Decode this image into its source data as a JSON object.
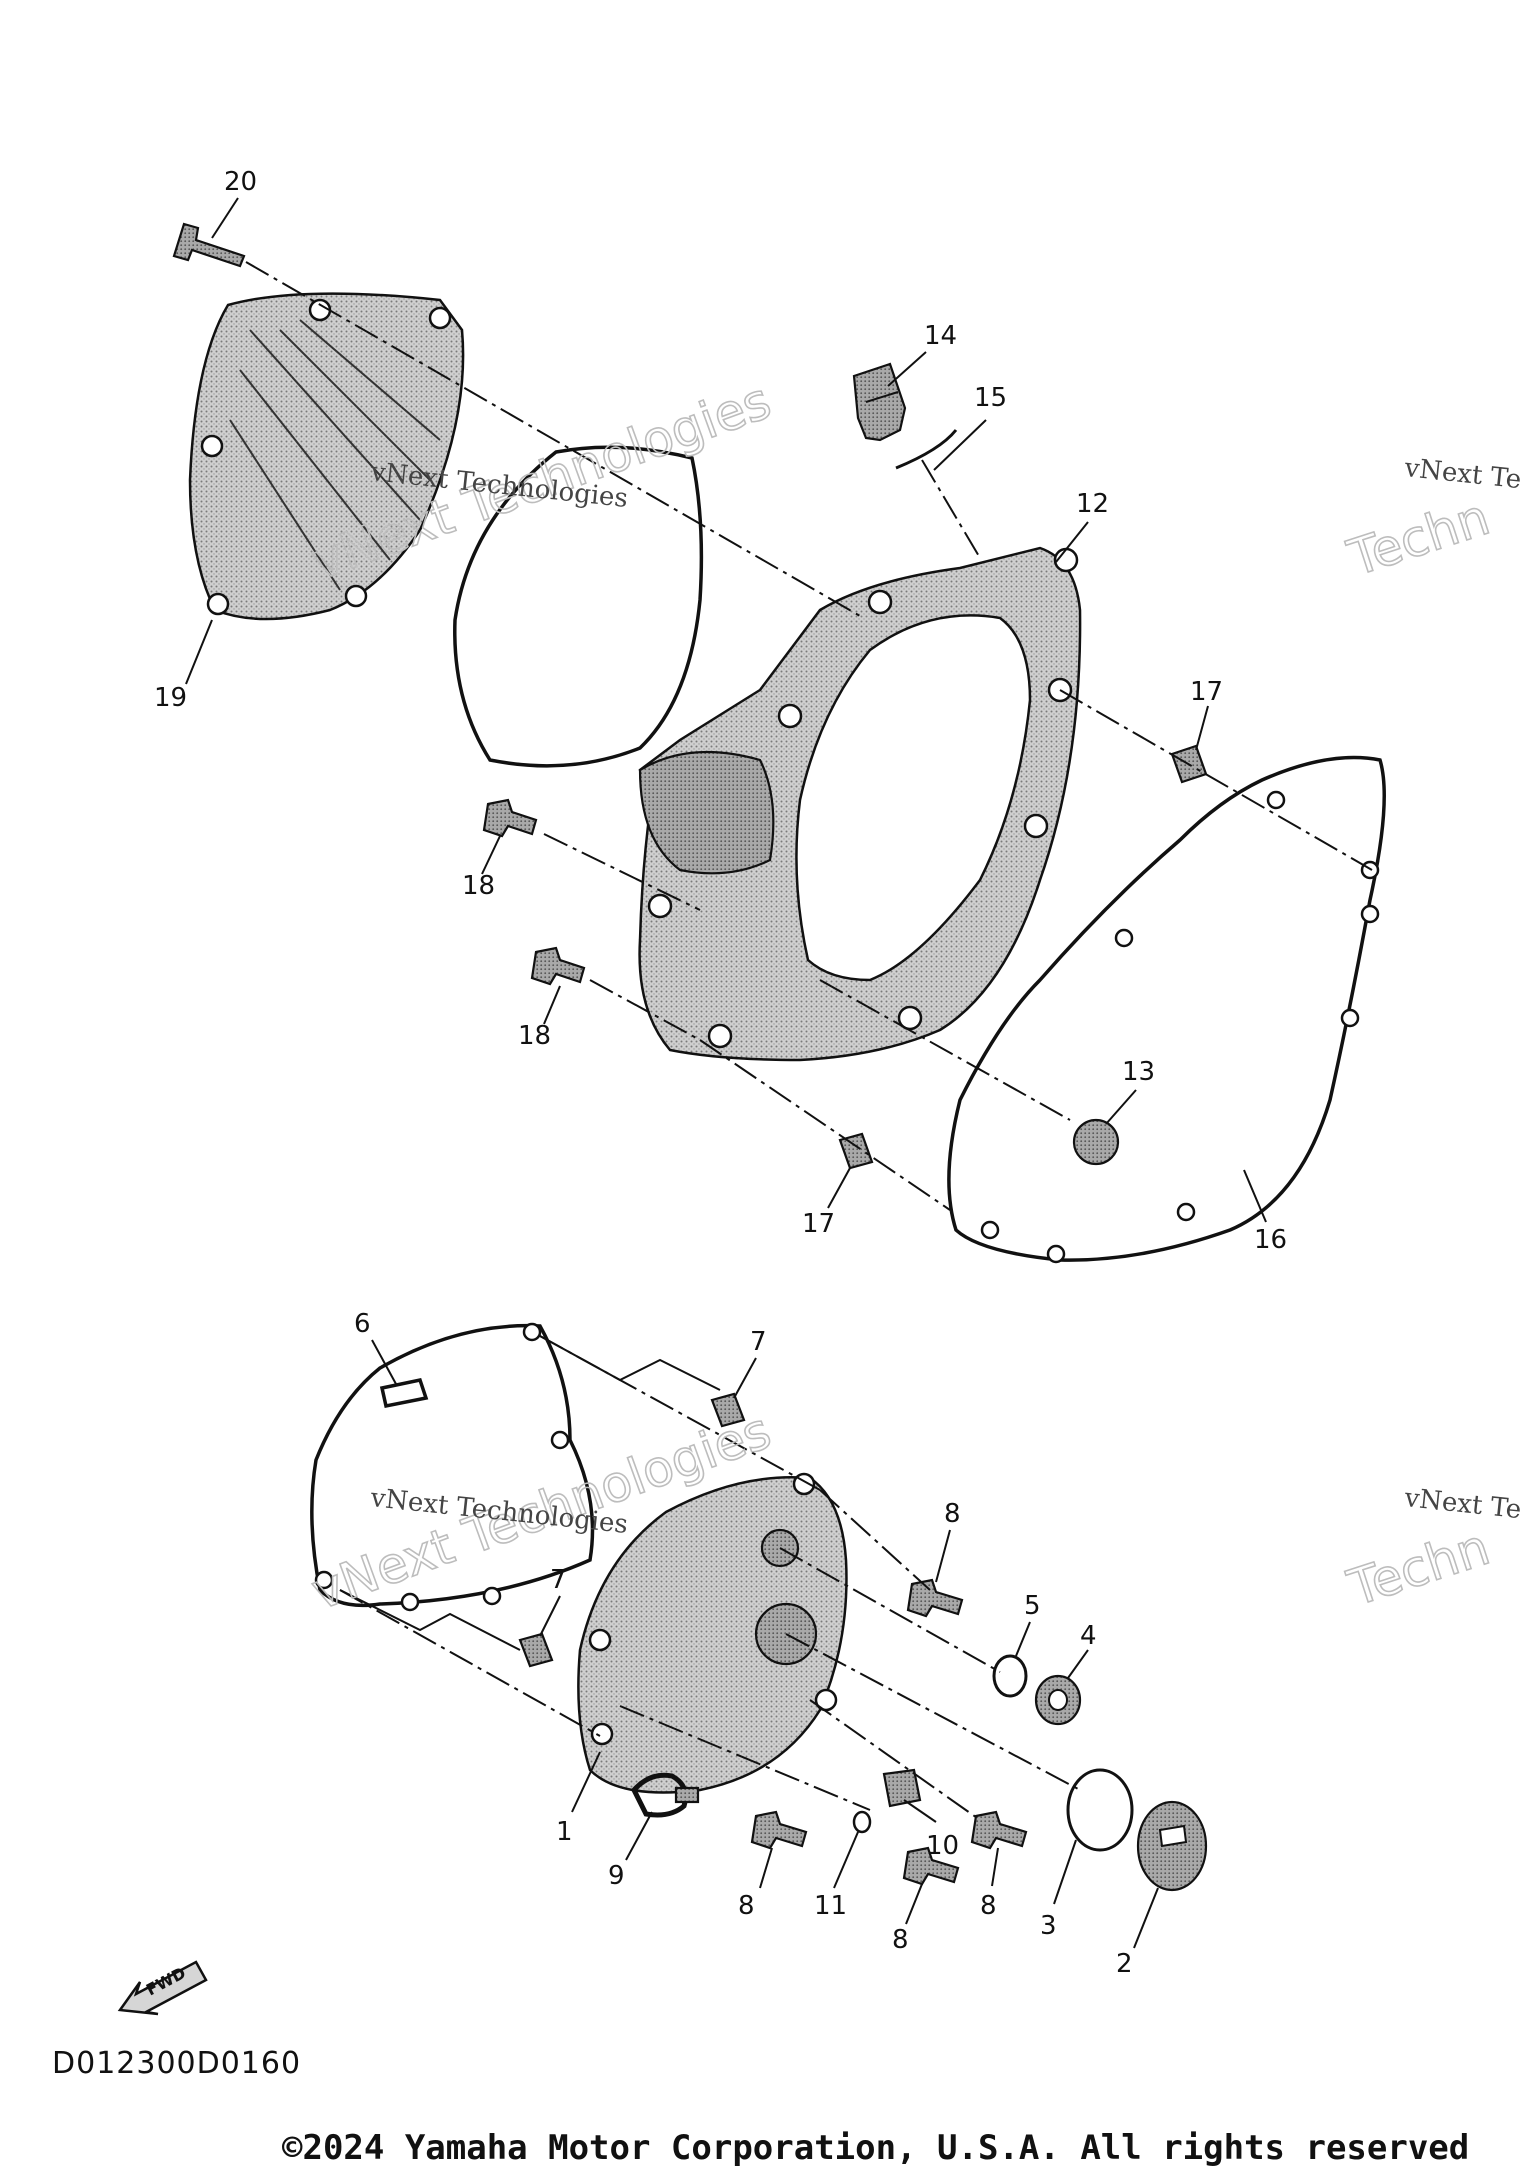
{
  "diagram": {
    "code": "D012300D0160",
    "copyright": "©2024 Yamaha Motor Corporation, U.S.A. All rights reserved",
    "fwd_label": "FWD",
    "callouts": [
      "20",
      "19",
      "14",
      "15",
      "12",
      "17",
      "18",
      "18",
      "13",
      "17",
      "16",
      "6",
      "7",
      "8",
      "7",
      "5",
      "4",
      "1",
      "9",
      "10",
      "8",
      "11",
      "8",
      "8",
      "3",
      "2"
    ],
    "watermarks": [
      {
        "line1": "vNext Technologies",
        "line2": "vNext Technologies"
      },
      {
        "line1": "vNext Te",
        "line2": "Techn"
      },
      {
        "line1": "vNext Technologies",
        "line2": "vNext Technologies"
      },
      {
        "line1": "vNext Te",
        "line2": "Techn"
      }
    ]
  }
}
